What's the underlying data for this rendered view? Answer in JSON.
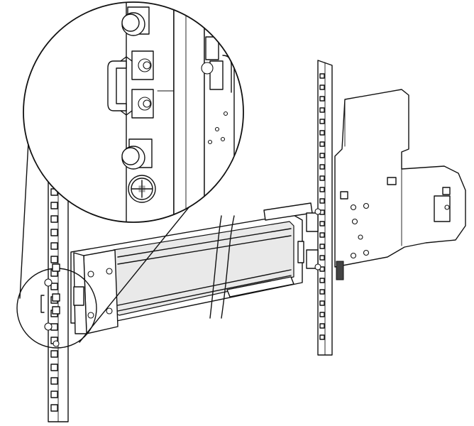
{
  "colors": {
    "line": "#111111",
    "background": "#ffffff",
    "shade": "#e9e9e9"
  },
  "icons": {
    "screw": "screw-head",
    "cage_nut": "cage-nut",
    "handle": "rail-latch-handle"
  }
}
